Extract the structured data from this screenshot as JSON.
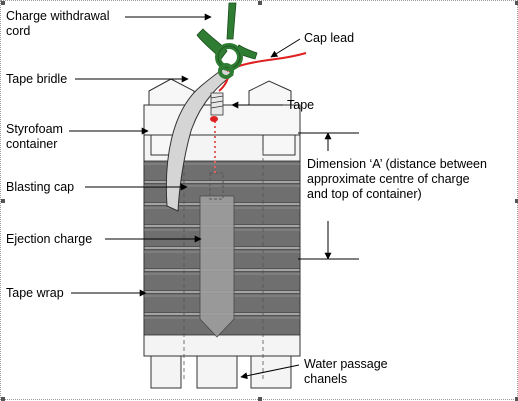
{
  "labels": {
    "charge_withdrawal_cord": "Charge withdrawal\ncord",
    "cap_lead": "Cap lead",
    "tape_bridle": "Tape bridle",
    "tape": "Tape",
    "styrofoam_container": "Styrofoam\ncontainer",
    "dimension_a": "Dimension ‘A’ (distance between\napproximate centre of charge\nand top of container)",
    "blasting_cap": "Blasting cap",
    "ejection_charge": "Ejection charge",
    "tape_wrap": "Tape wrap",
    "water_passage": "Water passage\nchanels"
  },
  "colors": {
    "cord": "#2e7d32",
    "cap_lead": "#e02020",
    "tape_band": "#6f6f6f",
    "container": "#f4f4f4",
    "charge": "#9e9e9e"
  }
}
